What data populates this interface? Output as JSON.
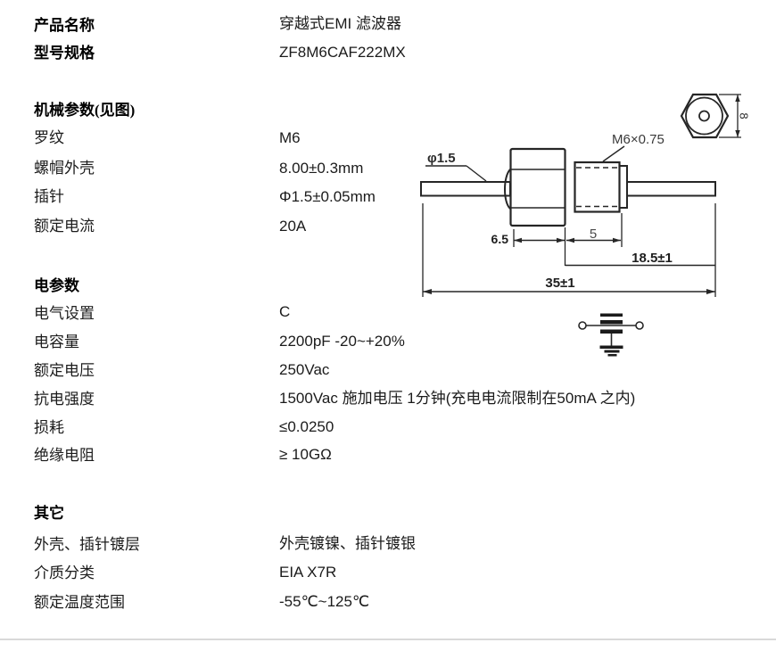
{
  "spec": {
    "product": {
      "label": "产品名称",
      "value": "穿越式EMI 滤波器"
    },
    "model": {
      "label": "型号规格",
      "value": "ZF8M6CAF222MX"
    },
    "mech": {
      "header": "机械参数(见图)",
      "thread": {
        "label": "罗纹",
        "value": "M6"
      },
      "nut": {
        "label": "螺帽外壳",
        "value": "8.00±0.3mm"
      },
      "pin": {
        "label": "插针",
        "value": "Φ1.5±0.05mm"
      },
      "current": {
        "label": "额定电流",
        "value": "20A"
      }
    },
    "elec": {
      "header": "电参数",
      "setting": {
        "label": "电气设置",
        "value": "C"
      },
      "capacitance": {
        "label": "电容量",
        "value": "2200pF -20~+20%"
      },
      "voltage": {
        "label": "额定电压",
        "value": "250Vac"
      },
      "withstand": {
        "label": "抗电强度",
        "value": "1500Vac 施加电压 1分钟(充电电流限制在50mA 之内)"
      },
      "loss": {
        "label": "损耗",
        "value": "≤0.0250"
      },
      "insulation": {
        "label": "绝缘电阻",
        "value": "≥ 10GΩ"
      }
    },
    "other": {
      "header": "其它",
      "plating": {
        "label": "外壳、插针镀层",
        "value": "外壳镀镍、插针镀银"
      },
      "dielectric": {
        "label": "介质分类",
        "value": "EIA X7R"
      },
      "temp": {
        "label": "额定温度范围",
        "value": "-55℃~125℃"
      }
    }
  },
  "drawing": {
    "labels": {
      "pin_diameter": "φ1.5",
      "thread_spec": "M6×0.75",
      "hex_width": "8",
      "dim_hex_body": "6.5",
      "dim_thread": "5",
      "dim_right": "18.5±1",
      "dim_total": "35±1"
    },
    "line_color": "#262626"
  }
}
